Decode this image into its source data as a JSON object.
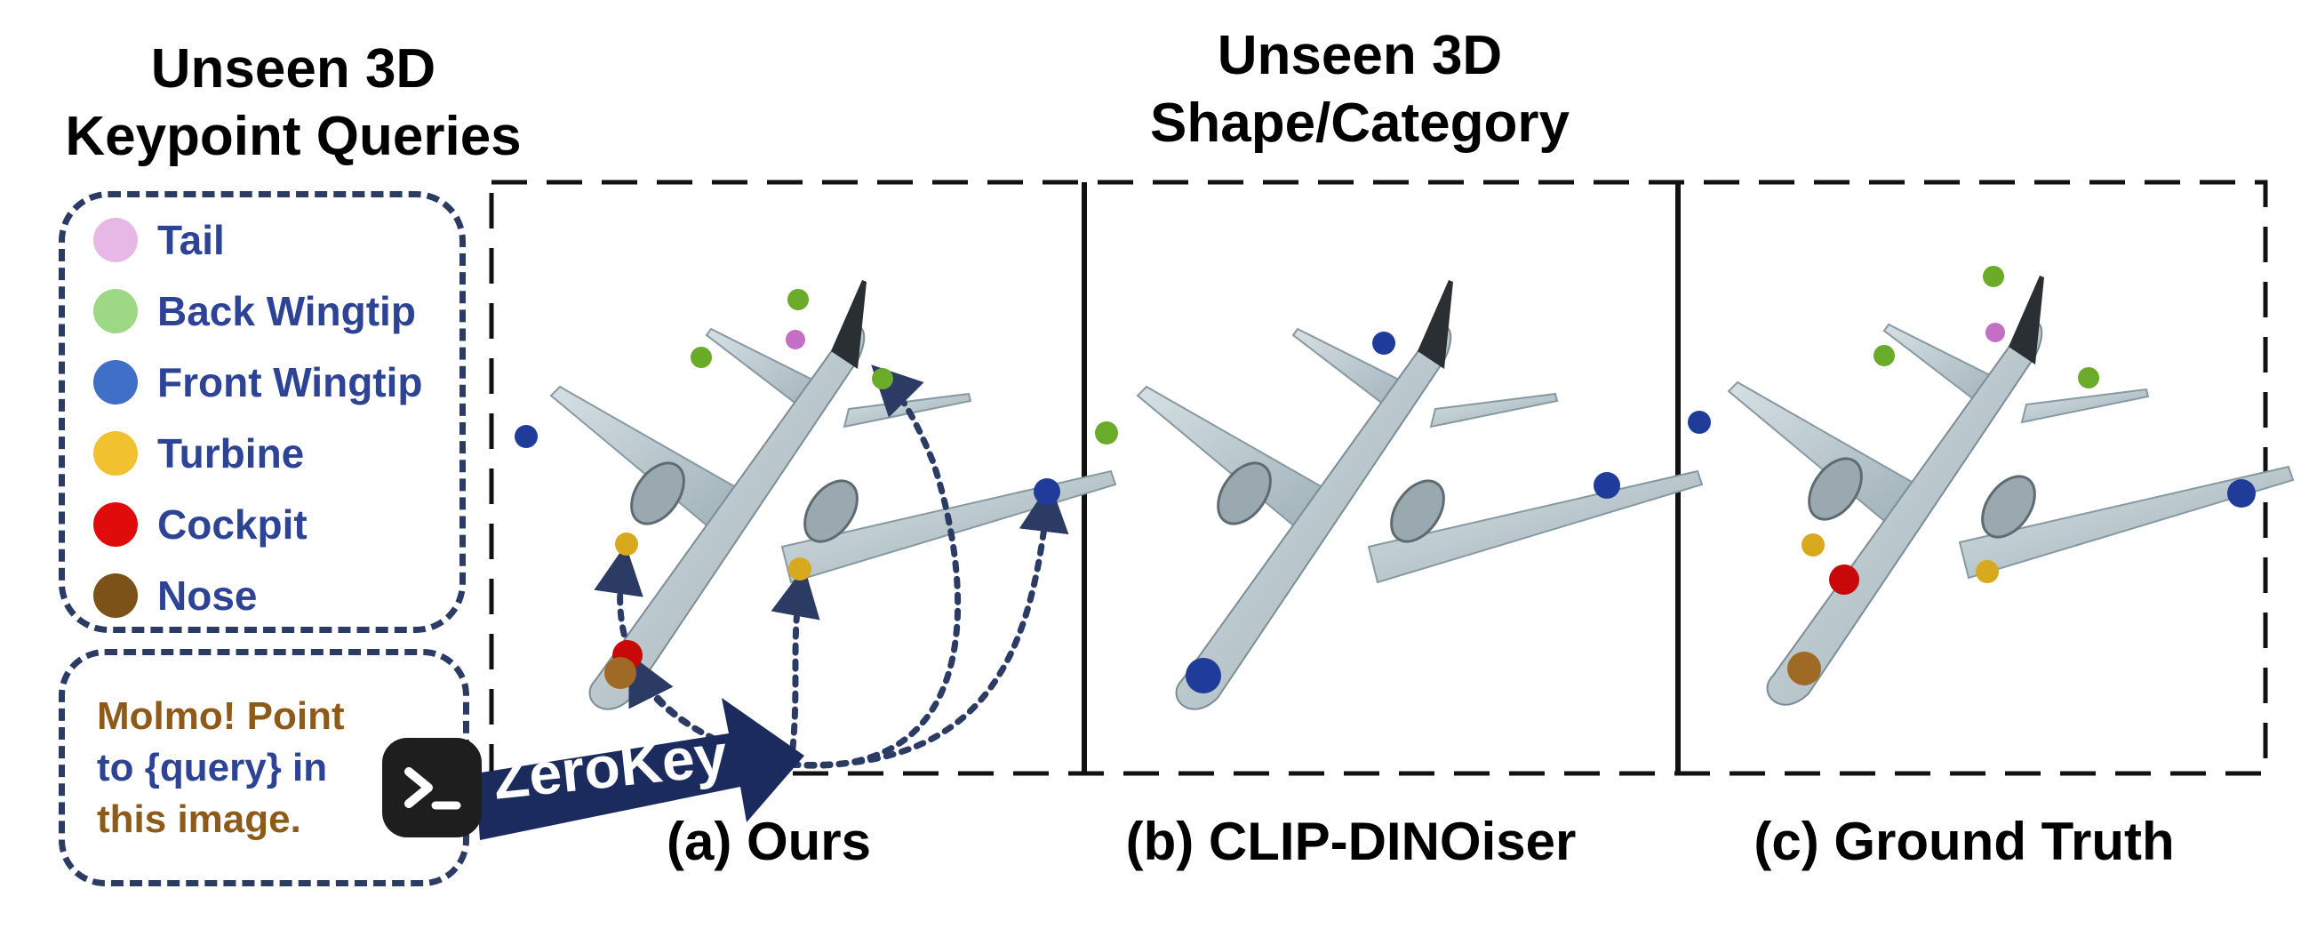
{
  "headings": {
    "left_line1": "Unseen 3D",
    "left_line2": "Keypoint Queries",
    "center_line1": "Unseen 3D",
    "center_line2": "Shape/Category"
  },
  "legend": [
    {
      "label": "Tail",
      "color": "#e7b8e6"
    },
    {
      "label": "Back Wingtip",
      "color": "#9dd884"
    },
    {
      "label": "Front Wingtip",
      "color": "#3f6fc7"
    },
    {
      "label": "Turbine",
      "color": "#f2c130"
    },
    {
      "label": "Cockpit",
      "color": "#e00c0c"
    },
    {
      "label": "Nose",
      "color": "#7b5217"
    }
  ],
  "prompt": {
    "part1": "Molmo! Point",
    "part2": "to {query} in",
    "part3": "this image."
  },
  "badge": "ZeroKey",
  "captions": {
    "a": "(a) Ours",
    "b": "(b) CLIP-DINOiser",
    "c": "(c) Ground Truth"
  },
  "colors": {
    "frame": "#2b3b64",
    "arrow": "#1b2b5e",
    "plane": "#b9c6cc",
    "legend_text": "#2d4496",
    "prompt_text": "#8e5a1a"
  }
}
